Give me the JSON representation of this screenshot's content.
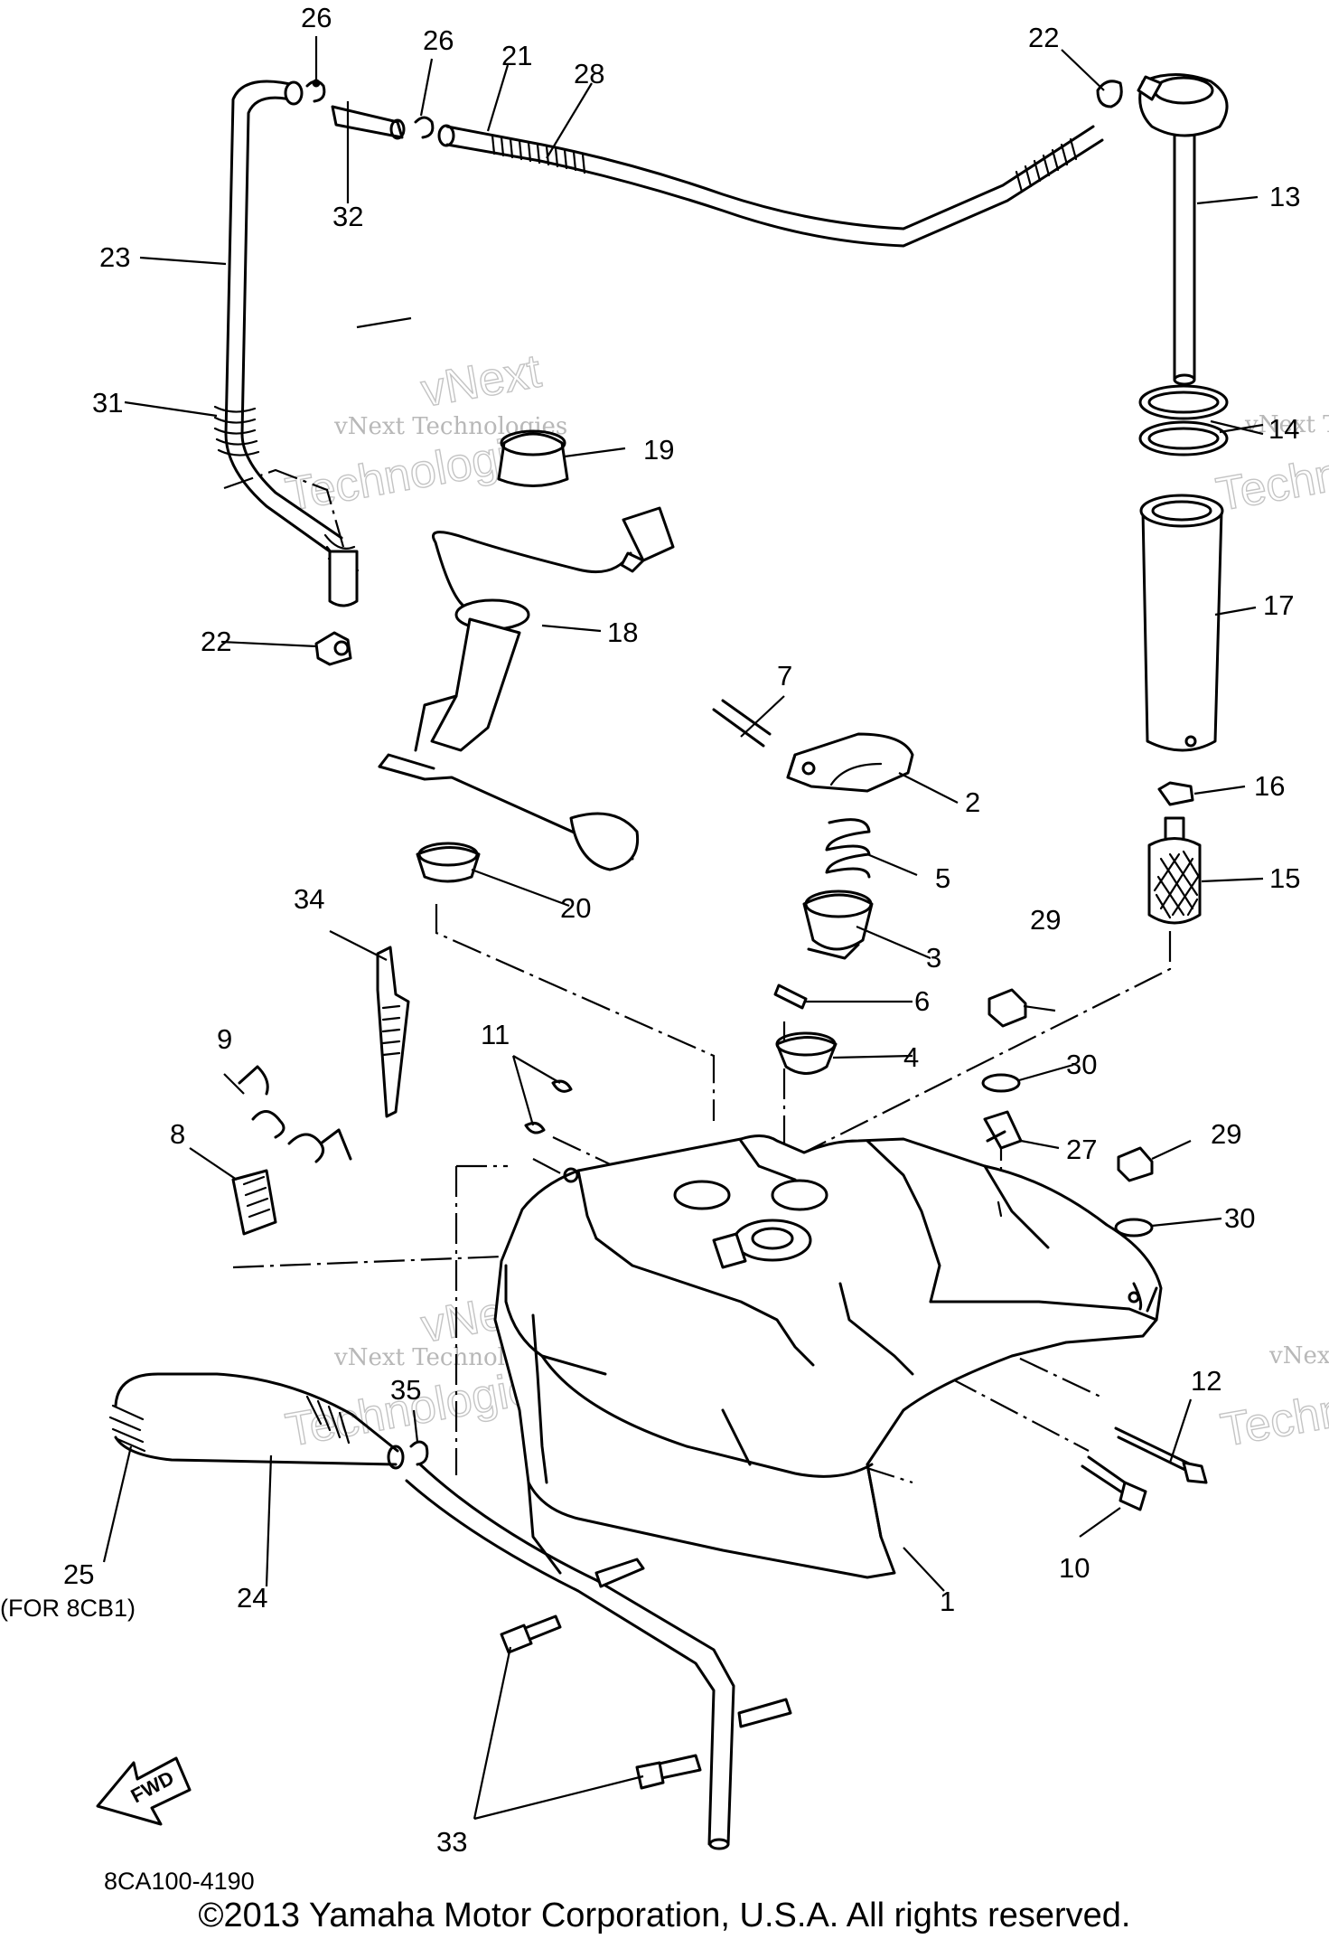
{
  "callouts": {
    "c1": "1",
    "c2": "2",
    "c3": "3",
    "c4": "4",
    "c5": "5",
    "c6": "6",
    "c7": "7",
    "c8": "8",
    "c9": "9",
    "c10": "10",
    "c11": "11",
    "c12": "12",
    "c13": "13",
    "c14": "14",
    "c15": "15",
    "c16": "16",
    "c17": "17",
    "c18": "18",
    "c19": "19",
    "c20": "20",
    "c21": "21",
    "c22a": "22",
    "c22b": "22",
    "c23": "23",
    "c24": "24",
    "c25": "25",
    "c26a": "26",
    "c26b": "26",
    "c27": "27",
    "c28": "28",
    "c29a": "29",
    "c29b": "29",
    "c30a": "30",
    "c30b": "30",
    "c31": "31",
    "c32": "32",
    "c33": "33",
    "c34": "34",
    "c35": "35"
  },
  "notes": {
    "part25_note": "(FOR 8CB1)",
    "diagram_code": "8CA100-4190",
    "fwd_arrow": "FWD"
  },
  "watermarks": {
    "line1": "vNext Technologies",
    "line2": "vNext",
    "line3": "Technologies"
  },
  "copyright": "©2013 Yamaha Motor Corporation, U.S.A. All rights reserved."
}
